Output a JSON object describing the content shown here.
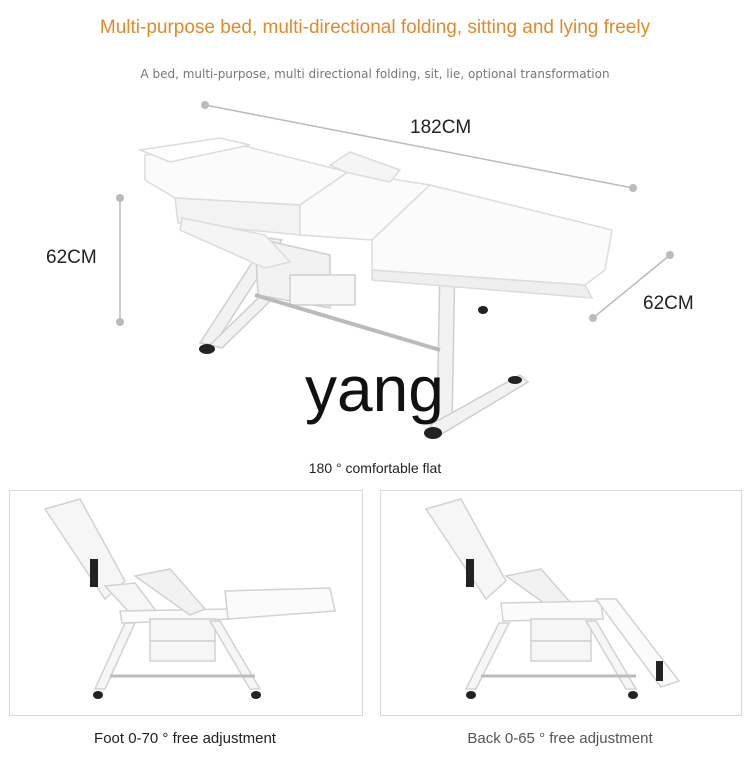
{
  "header": {
    "title": "Multi-purpose bed, multi-directional folding, sitting and lying freely",
    "subtitle": "A bed, multi-purpose, multi directional folding, sit, lie, optional transformation"
  },
  "dimensions": {
    "length": "182CM",
    "height": "62CM",
    "width": "62CM"
  },
  "watermark": "yang",
  "captions": {
    "main": "180 ° comfortable flat",
    "left": "Foot 0-70 ° free adjustment",
    "right": "Back 0-65 ° free adjustment"
  }
}
